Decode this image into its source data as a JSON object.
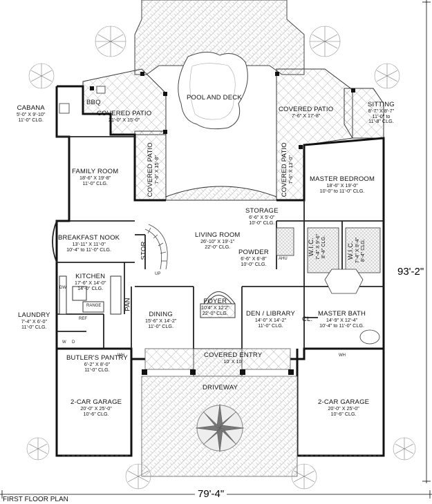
{
  "plan": {
    "overall_width": "79'-4\"",
    "overall_depth": "93'-2\"",
    "footer_title": "FIRST FLOOR PLAN",
    "fixture_labels": [
      "DW",
      "REF",
      "RANGE",
      "W",
      "D",
      "AHU",
      "UP",
      "WH"
    ]
  },
  "rooms": [
    {
      "id": "pool",
      "name": "POOL AND DECK",
      "lines": []
    },
    {
      "id": "covered-patio-left",
      "name": "COVERED PATIO",
      "lines": [
        "21'-0\" X 15'-0\""
      ]
    },
    {
      "id": "bbq",
      "name": "BBQ",
      "lines": []
    },
    {
      "id": "cabana",
      "name": "CABANA",
      "lines": [
        "5'-0\" X 9'-10\"",
        "11'-0\" CLG."
      ]
    },
    {
      "id": "family-room",
      "name": "FAMILY ROOM",
      "lines": [
        "18'-6\" X 19'-8\"",
        "11'-0\" CLG."
      ]
    },
    {
      "id": "covered-patio-mid-left",
      "name": "COVERED PATIO",
      "lines": [
        "7'-6\" X 15'-8\""
      ]
    },
    {
      "id": "covered-patio-mid-right",
      "name": "COVERED PATIO",
      "lines": [
        "7'-6\" X 13'-0\""
      ]
    },
    {
      "id": "covered-patio-right",
      "name": "COVERED PATIO",
      "lines": [
        "7'-6\" X 17'-8\""
      ]
    },
    {
      "id": "sitting",
      "name": "SITTING",
      "lines": [
        "8'-7\" X 8'-7\"",
        "11'-0\" to",
        "11'-8\" CLG."
      ]
    },
    {
      "id": "master-bedroom",
      "name": "MASTER BEDROOM",
      "lines": [
        "18'-6\" X 19'-0\"",
        "10'-0\" to 11'-0\" CLG."
      ]
    },
    {
      "id": "storage",
      "name": "STORAGE",
      "lines": [
        "6'-6\" X 5'-0\"",
        "10'-0\" CLG."
      ]
    },
    {
      "id": "living-room",
      "name": "LIVING ROOM",
      "lines": [
        "26'-10\" X 19'-1\"",
        "22'-0\" CLG."
      ]
    },
    {
      "id": "powder",
      "name": "POWDER",
      "lines": [
        "6'-6\" X 6'-8\"",
        "10'-0\" CLG."
      ]
    },
    {
      "id": "breakfast-nook",
      "name": "BREAKFAST NOOK",
      "lines": [
        "13'-11\" X 11'-0\"",
        "10'-4\" to 11'-0\" CLG."
      ]
    },
    {
      "id": "stor",
      "name": "STOR",
      "lines": []
    },
    {
      "id": "kitchen",
      "name": "KITCHEN",
      "lines": [
        "17'-6\" X 14'-0\"",
        "14'-0\" CLG."
      ]
    },
    {
      "id": "pan",
      "name": "PAN",
      "lines": []
    },
    {
      "id": "wic-1",
      "name": "W.I.C.",
      "lines": [
        "7'-4\" X 9'-6\"",
        "8'-4\" CLG."
      ]
    },
    {
      "id": "wic-2",
      "name": "W.I.C.",
      "lines": [
        "7'-4\" X 9'-4\"",
        "8'-4\" CLG."
      ]
    },
    {
      "id": "laundry",
      "name": "LAUNDRY",
      "lines": [
        "7'-4\" X 6'-0\"",
        "11'-0\" CLG."
      ]
    },
    {
      "id": "dining",
      "name": "DINING",
      "lines": [
        "15'-6\" X 14'-2\"",
        "11'-0\" CLG."
      ]
    },
    {
      "id": "foyer",
      "name": "FOYER",
      "lines": [
        "10'4\" X 12'2\"",
        "22'-0\" CLG."
      ]
    },
    {
      "id": "den-library",
      "name": "DEN / LIBRARY",
      "lines": [
        "14'-0\" X 14'-2\"",
        "11'-0\" CLG."
      ]
    },
    {
      "id": "cl",
      "name": "CL.",
      "lines": []
    },
    {
      "id": "master-bath",
      "name": "MASTER BATH",
      "lines": [
        "14'-9\" X 12'-4\"",
        "10'-4\" to 11'-0\" CLG."
      ]
    },
    {
      "id": "butlers-pantry",
      "name": "BUTLER'S PANTRY",
      "lines": [
        "6'-2\" X 8'-0\"",
        "11'-0\" CLG."
      ]
    },
    {
      "id": "covered-entry",
      "name": "COVERED ENTRY",
      "lines": [
        "10' X 10'"
      ]
    },
    {
      "id": "driveway",
      "name": "DRIVEWAY",
      "lines": []
    },
    {
      "id": "garage-left",
      "name": "2-CAR GARAGE",
      "lines": [
        "20'-0\" X 25'-0\"",
        "10'-6\" CLG."
      ]
    },
    {
      "id": "garage-right",
      "name": "2-CAR GARAGE",
      "lines": [
        "20'-0\" X 25'-0\"",
        "10'-6\" CLG."
      ]
    }
  ]
}
